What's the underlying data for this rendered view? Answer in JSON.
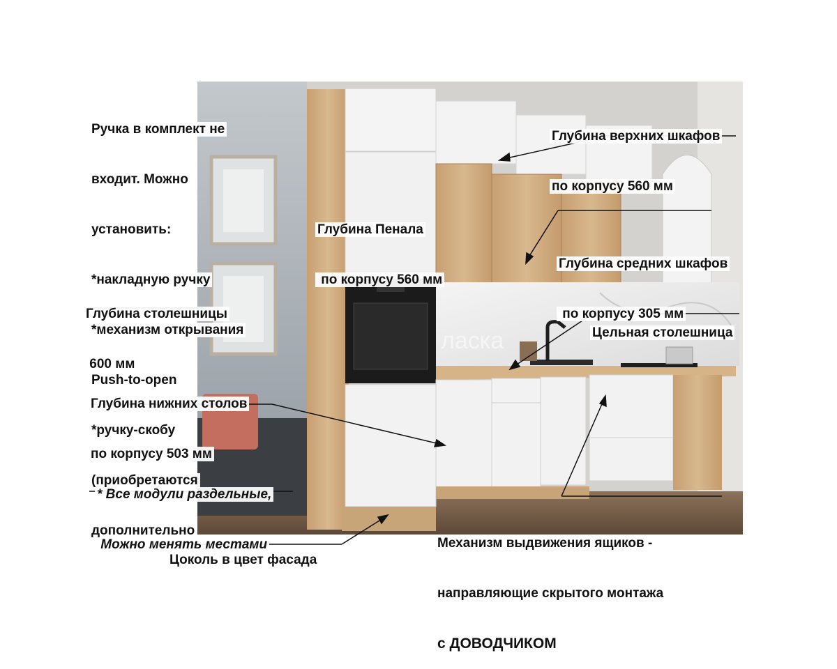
{
  "annotations": {
    "handle_note": [
      "Ручка в комплект не",
      "входит. Можно",
      "установить:",
      "*накладную ручку",
      "*механизм открывания",
      "Push-to-open",
      "*ручку-скобу",
      "(приобретаются",
      "дополнительно"
    ],
    "upper_depth": [
      "Глубина верхних шкафов",
      "по корпусу 560 мм"
    ],
    "tall_depth": [
      "Глубина Пенала",
      " по корпусу 560 мм"
    ],
    "middle_depth": [
      "Глубина средних шкафов",
      " по корпусу 305 мм"
    ],
    "countertop_depth": [
      "Глубина столешницы",
      " 600 мм"
    ],
    "solid_countertop": "Цельная столешница",
    "lower_depth": [
      "Глубина нижних столов",
      "по корпусу 503 мм"
    ],
    "modules_note": [
      "* Все модули раздельные,",
      " Можно менять местами"
    ],
    "plinth": "Цоколь в цвет фасада",
    "drawer_mechanism": [
      "Механизм выдвижения ящиков -",
      "направляющие скрытого монтажа",
      "с ДОВОДЧИКОМ"
    ]
  },
  "watermark": "ласка",
  "colors": {
    "wall": "#a9b2bb",
    "oak": "#c9a57a",
    "white_front": "#f1f1f1",
    "marble": "#ececec",
    "oven": "#1b1b1b",
    "floor": "#7a624c"
  }
}
